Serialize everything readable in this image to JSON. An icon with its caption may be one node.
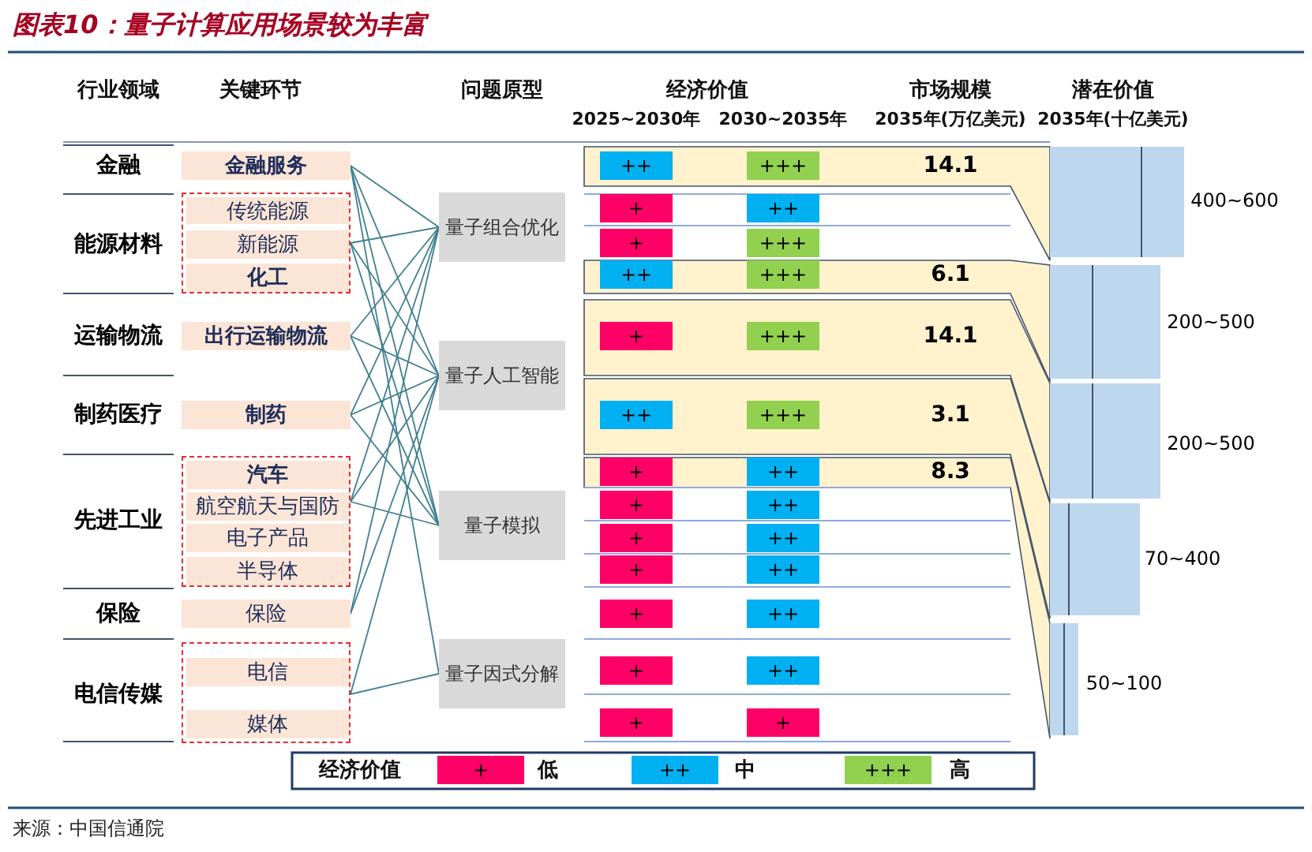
{
  "diagram": {
    "title": "图表10：量子计算应用场景较为丰富",
    "caption": "来源：中国信通院",
    "nodes": [
      {
        "text": [
          "金融"
        ]
      },
      {
        "text": [
          "能源材料"
        ]
      },
      {
        "text": [
          "运输物流"
        ]
      },
      {
        "text": [
          "制药医疗"
        ]
      },
      {
        "text": [
          "先进工业"
        ]
      },
      {
        "text": [
          "保险"
        ]
      },
      {
        "text": [
          "电信传媒"
        ]
      },
      {
        "text": [
          "金融服务"
        ]
      },
      {
        "text": [],
        "shape": "box"
      },
      {
        "text": [
          "传统能源"
        ],
        "in": 8
      },
      {
        "text": [
          "新能源"
        ],
        "in": 8
      },
      {
        "text": [
          "化工"
        ],
        "in": 8
      },
      {
        "text": [
          "出行运输物流"
        ]
      },
      {
        "text": [
          "制药"
        ]
      },
      {
        "text": [],
        "shape": "box"
      },
      {
        "text": [
          "汽车"
        ],
        "in": 14
      },
      {
        "text": [
          "航空航天与国防"
        ],
        "in": 14
      },
      {
        "text": [
          "电子产品"
        ],
        "in": 14
      },
      {
        "text": [
          "半导体"
        ],
        "in": 14
      },
      {
        "text": [
          "保险"
        ]
      },
      {
        "text": [],
        "shape": "box"
      },
      {
        "text": [
          "电信"
        ],
        "in": 20
      },
      {
        "text": [
          "媒体"
        ],
        "in": 20
      },
      {
        "text": [
          "量子组合优化"
        ]
      },
      {
        "text": [
          "量子人工智能"
        ]
      },
      {
        "text": [
          "量子模拟"
        ]
      },
      {
        "text": [
          "量子因式分解"
        ]
      }
    ],
    "edges": [
      {
        "from": 7,
        "to": 23,
        "arrow": "none"
      },
      {
        "from": 7,
        "to": 24,
        "arrow": "none"
      },
      {
        "from": 7,
        "to": 25,
        "arrow": "none"
      },
      {
        "from": 7,
        "to": 26,
        "arrow": "none"
      },
      {
        "from": 8,
        "to": 23,
        "arrow": "none"
      },
      {
        "from": 8,
        "to": 24,
        "arrow": "none"
      },
      {
        "from": 8,
        "to": 25,
        "arrow": "none"
      },
      {
        "from": 12,
        "to": 23,
        "arrow": "none"
      },
      {
        "from": 12,
        "to": 24,
        "arrow": "none"
      },
      {
        "from": 12,
        "to": 25,
        "arrow": "none"
      },
      {
        "from": 13,
        "to": 23,
        "arrow": "none"
      },
      {
        "from": 13,
        "to": 24,
        "arrow": "none"
      },
      {
        "from": 13,
        "to": 25,
        "arrow": "none"
      },
      {
        "from": 14,
        "to": 23,
        "arrow": "none"
      },
      {
        "from": 14,
        "to": 24,
        "arrow": "none"
      },
      {
        "from": 14,
        "to": 25,
        "arrow": "none"
      },
      {
        "from": 19,
        "to": 23,
        "arrow": "none"
      },
      {
        "from": 19,
        "to": 24,
        "arrow": "none"
      },
      {
        "from": 20,
        "to": 24,
        "arrow": "none"
      },
      {
        "from": 20,
        "to": 26,
        "arrow": "none"
      }
    ],
    "labels": [
      "行业领域",
      "关键环节",
      "问题原型",
      "经济价值",
      "2025~2030年",
      "2030~2035年",
      "市场规模",
      "2035年(万亿美元)",
      "潜在价值",
      "2035年(十亿美元)",
      "++",
      "+++",
      "14.1",
      "400~600",
      "+",
      "++",
      "+",
      "+++",
      "++",
      "+++",
      "6.1",
      "200~500",
      "+",
      "+++",
      "14.1",
      "++",
      "+++",
      "3.1",
      "200~500",
      "+",
      "++",
      "8.3",
      "+",
      "++",
      "+",
      "++",
      "70~400",
      "+",
      "++",
      "+",
      "++",
      "50~100",
      "+",
      "++",
      "+",
      "+",
      "经济价值",
      "+",
      "++",
      "+++"
    ],
    "legend": [
      {
        "text": "低",
        "color": "#ff0066"
      },
      {
        "text": "中",
        "color": "#00b0f0"
      },
      {
        "text": "高",
        "color": "#92d050"
      }
    ]
  }
}
